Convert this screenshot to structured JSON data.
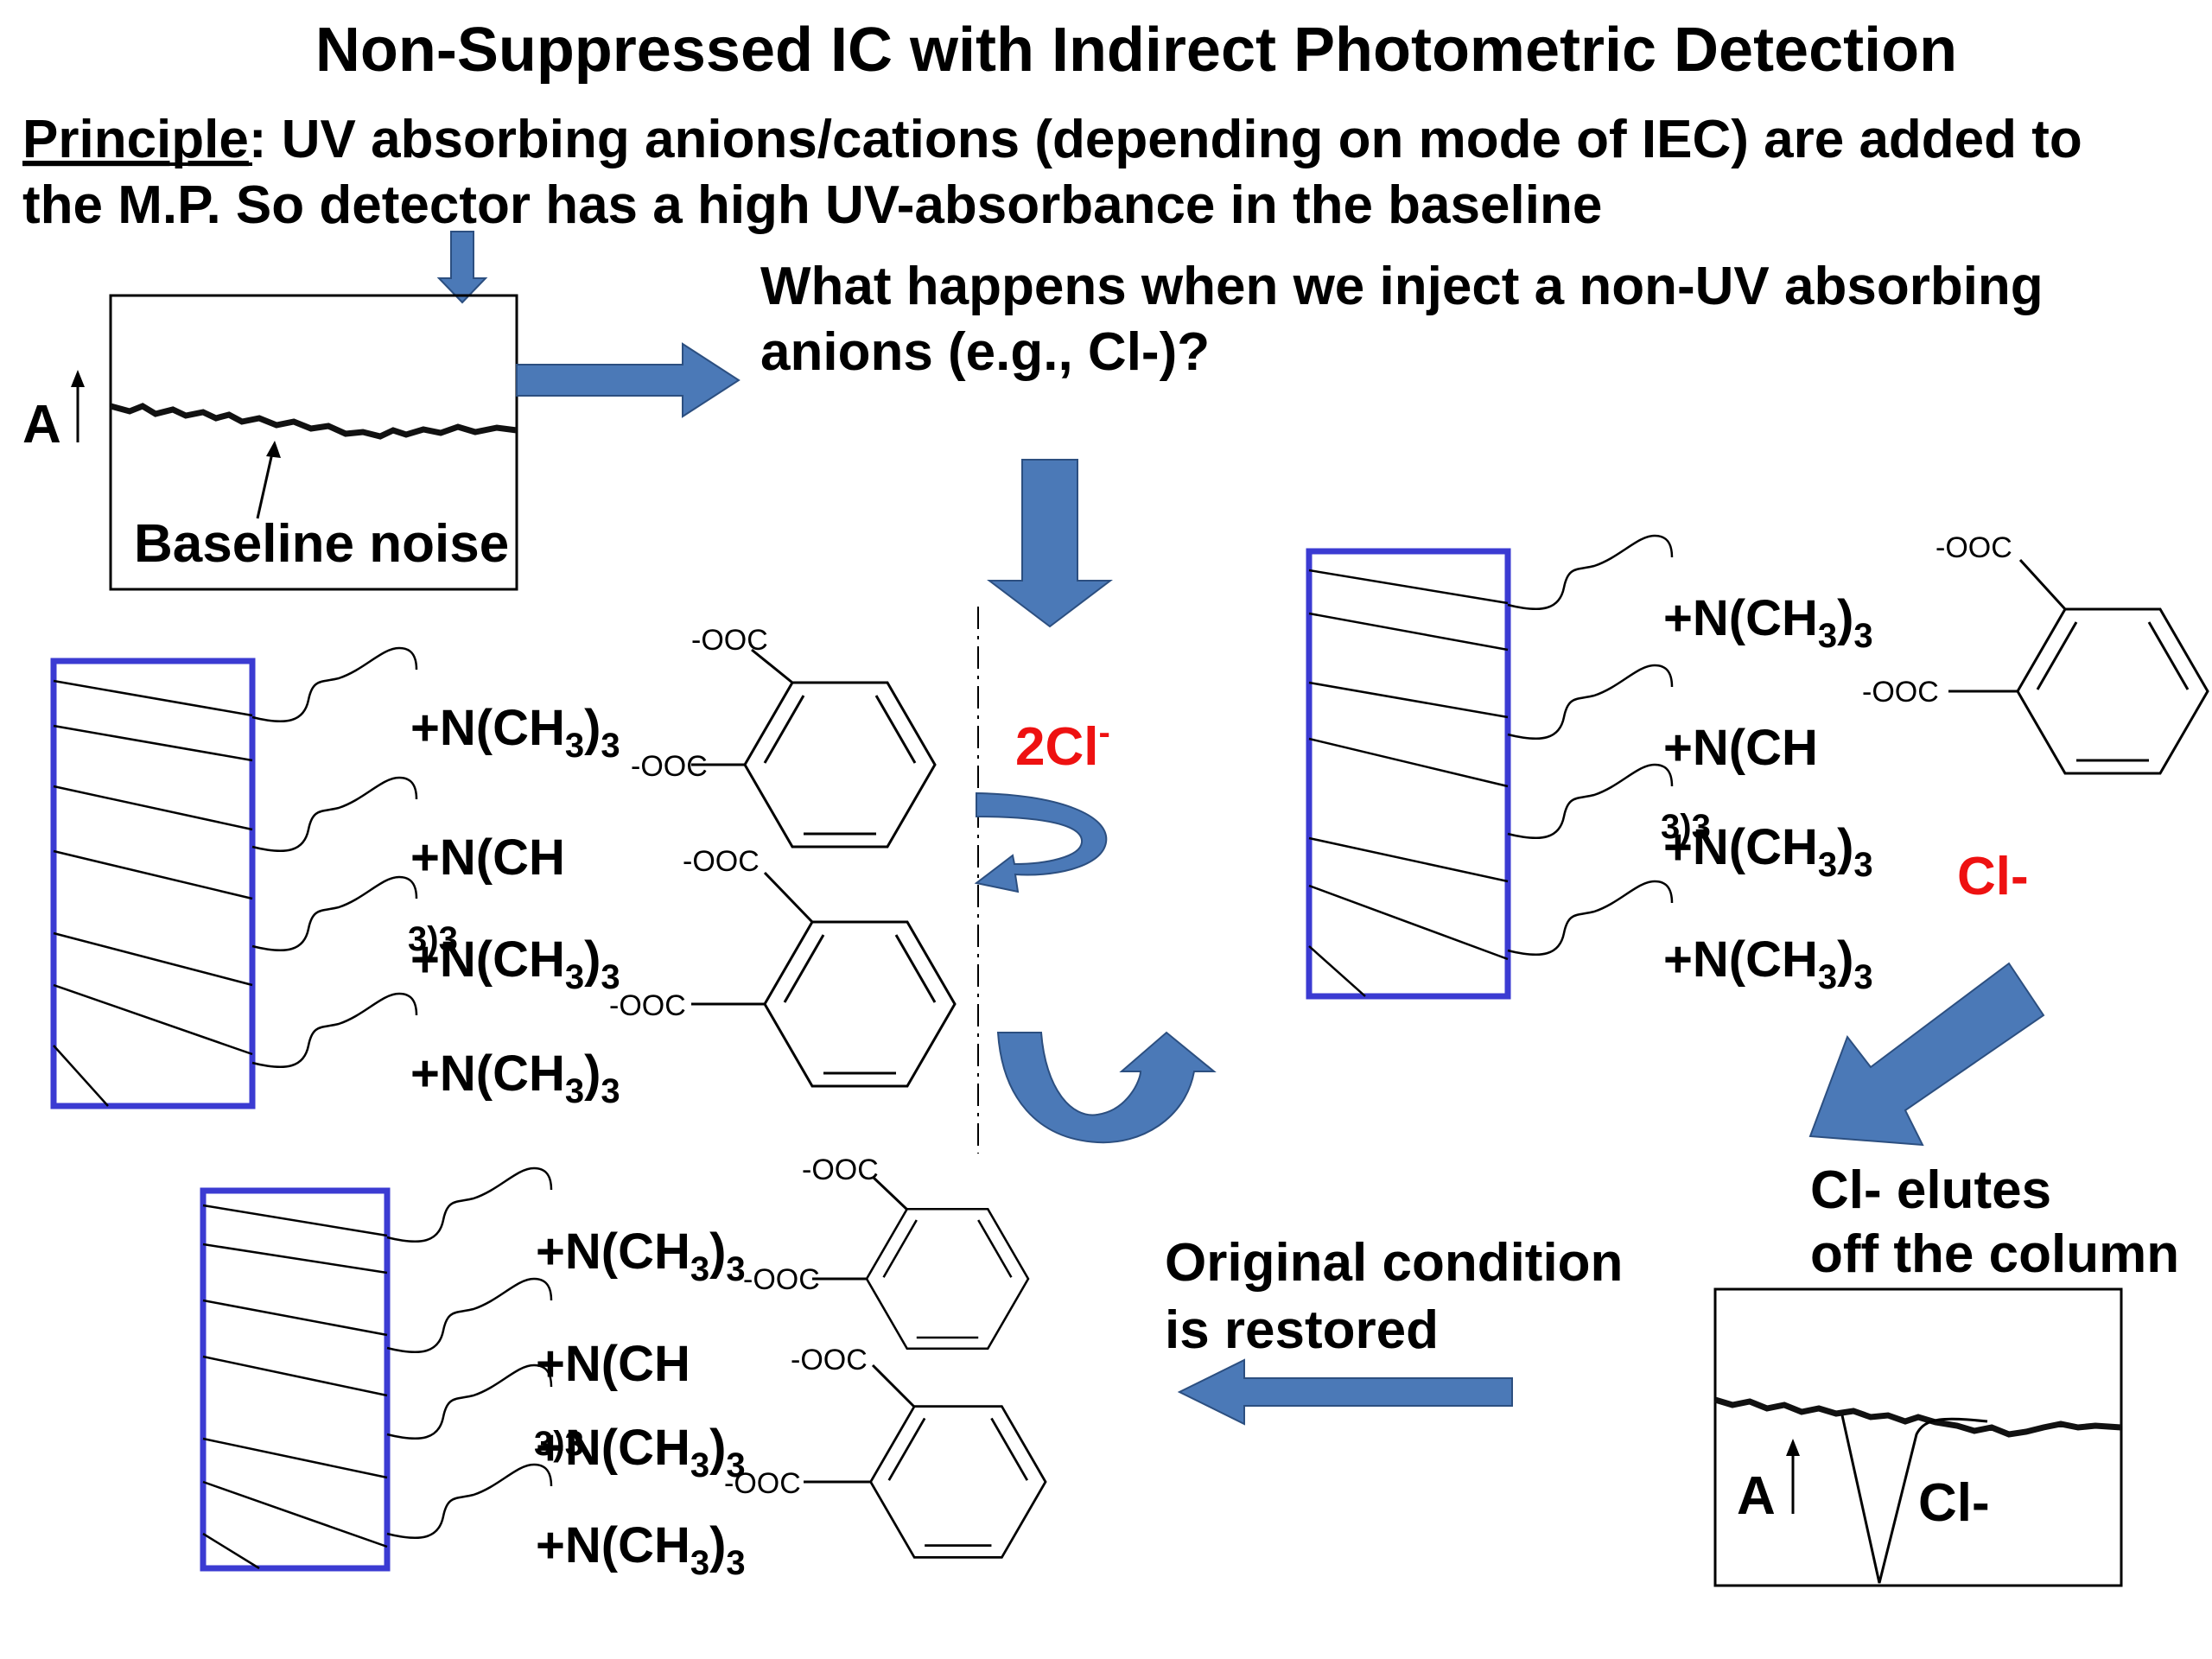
{
  "title": "Non-Suppressed IC with Indirect Photometric Detection",
  "principle": {
    "label": "Principle",
    "text_line1": ":  UV absorbing anions/cations (depending on mode of IEC) are added to",
    "text_line2": "the M.P.  So detector has a high UV-absorbance in the baseline"
  },
  "question": {
    "line1": "What happens when we inject a non-UV absorbing",
    "line2": "anions (e.g., Cl-)?"
  },
  "baseline_plot": {
    "axis_label": "A",
    "caption": "Baseline noise"
  },
  "ion_exchange": {
    "group_full": "+N(CH",
    "group_sub": "3",
    "group_close": ")",
    "group_full_sub": "3",
    "group_cut": "+N(CH",
    "counter_ion": "-OOC"
  },
  "injection": {
    "chloride_2": "2Cl",
    "chloride_2_sup": "-",
    "chloride": "Cl-"
  },
  "elution": {
    "line1": "Cl- elutes",
    "line2": "off the column"
  },
  "restored": {
    "line1": "Original condition",
    "line2": "is restored"
  },
  "peak_plot": {
    "axis_label": "A",
    "peak_label": "Cl-"
  },
  "colors": {
    "arrow": "#4b79b7",
    "column_border": "#3b3bd2",
    "chloride": "#ee1111"
  }
}
